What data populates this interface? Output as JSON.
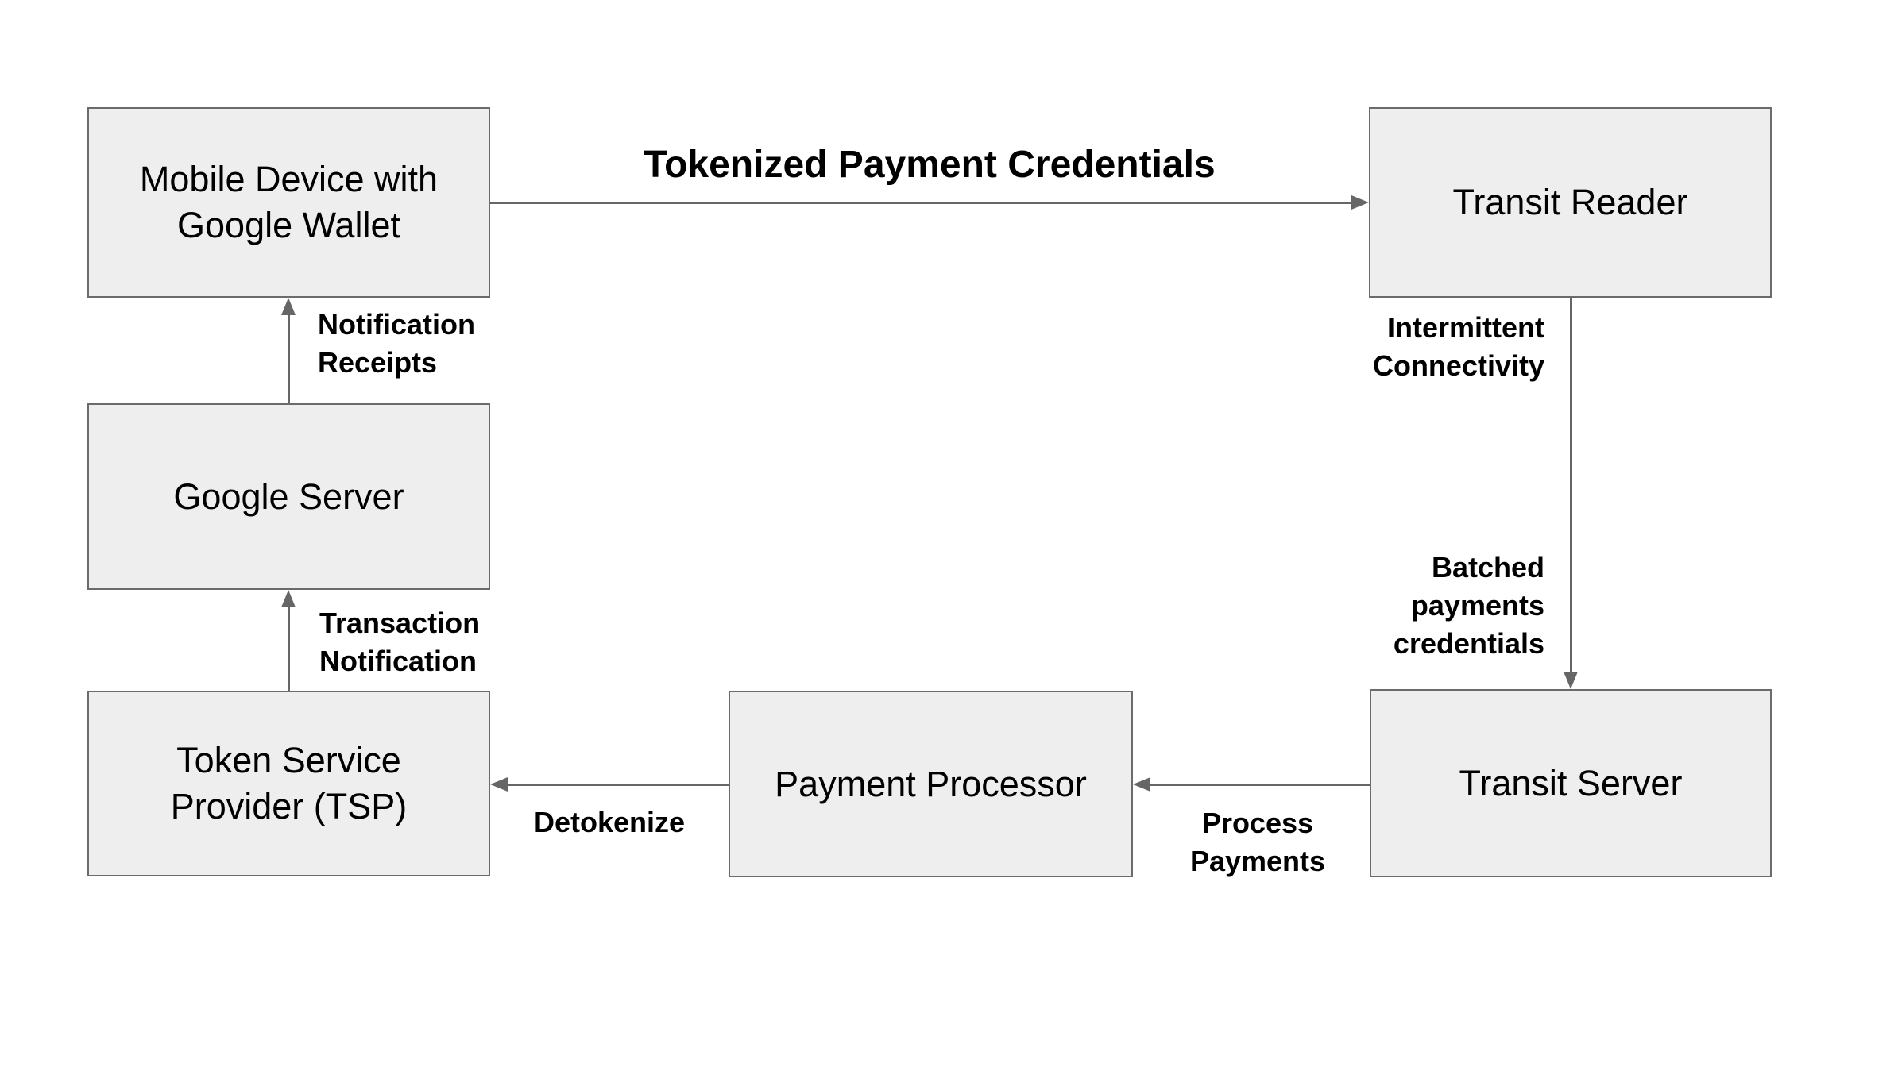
{
  "diagram": {
    "background_color": "#ffffff",
    "box_fill_color": "#eeeeee",
    "box_border_color": "#6b6b6b",
    "arrow_color": "#666666",
    "text_color": "#000000"
  },
  "nodes": {
    "mobile_device": {
      "label": "Mobile Device with Google Wallet"
    },
    "transit_reader": {
      "label": "Transit Reader"
    },
    "google_server": {
      "label": "Google Server"
    },
    "tsp": {
      "label": "Token Service Provider (TSP)"
    },
    "payment_processor": {
      "label": "Payment Processor"
    },
    "transit_server": {
      "label": "Transit Server"
    }
  },
  "edges": {
    "tokenized": {
      "label": "Tokenized Payment Credentials"
    },
    "notification_receipts": {
      "label": "Notification Receipts"
    },
    "intermittent_connectivity": {
      "label": "Intermittent Connectivity"
    },
    "batched_payments": {
      "label": "Batched payments credentials"
    },
    "transaction_notification": {
      "label": "Transaction Notification"
    },
    "process_payments": {
      "label": "Process Payments"
    },
    "detokenize": {
      "label": "Detokenize"
    }
  }
}
